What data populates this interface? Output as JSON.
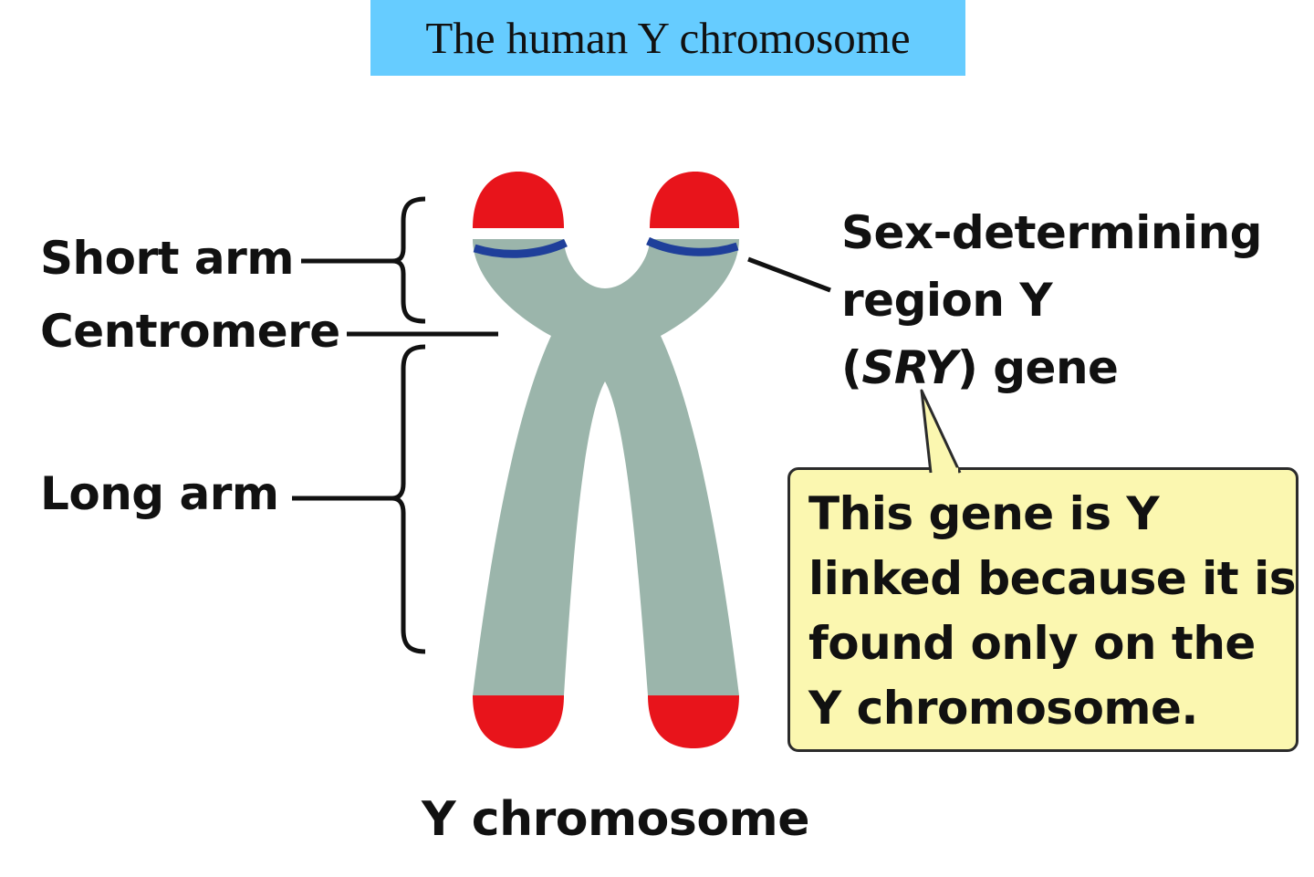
{
  "title": "The human Y chromosome",
  "labels": {
    "short_arm": "Short arm",
    "centromere": "Centromere",
    "long_arm": "Long arm",
    "chromosome": "Y chromosome"
  },
  "sry_label": {
    "line1": "Sex-determining",
    "line2": "region Y",
    "line3_open": "(",
    "line3_italic": "SRY",
    "line3_close": ") gene"
  },
  "callout": {
    "lines": [
      "This gene is Y",
      "linked because it is",
      "found only on the",
      "Y chromosome."
    ]
  },
  "colors": {
    "title_bg": "#66ccff",
    "chromosome_body": "#9bb5ab",
    "telomere": "#e8141b",
    "sry_band": "#1f3f9a",
    "callout_bg": "#fbf7b0"
  }
}
